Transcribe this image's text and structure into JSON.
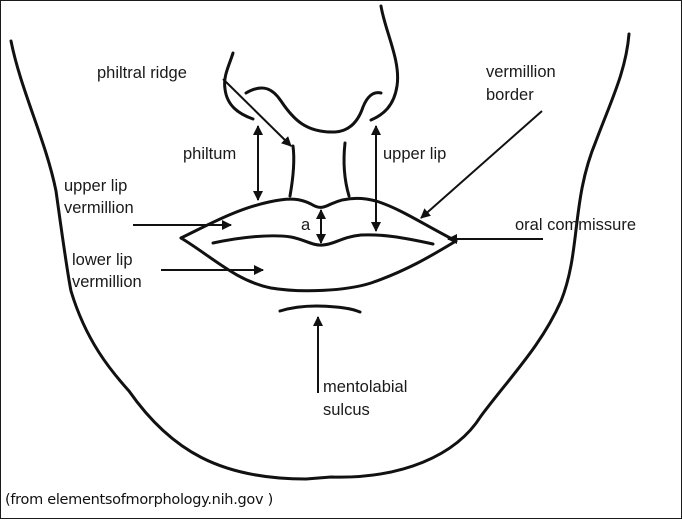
{
  "figure": {
    "title": "Anatomy of the lips and perioral region",
    "labels": {
      "philtral_ridge": "philtral ridge",
      "vermillion_border_line1": "vermillion",
      "vermillion_border_line2": "border",
      "philtum": "philtum",
      "upper_lip": "upper lip",
      "upper_lip_vermillion_line1": "upper lip",
      "upper_lip_vermillion_line2": "vermillion",
      "a": "a",
      "oral_commissure": "oral commissure",
      "lower_lip_vermillion_line1": "lower lip",
      "lower_lip_vermillion_line2": "vermillion",
      "mentolabial_sulcus_line1": "mentolabial",
      "mentolabial_sulcus_line2": "sulcus"
    },
    "source_credit": "(from elementsofmorphology.nih.gov )",
    "colors": {
      "ink": "#111111",
      "background": "#ffffff"
    }
  }
}
